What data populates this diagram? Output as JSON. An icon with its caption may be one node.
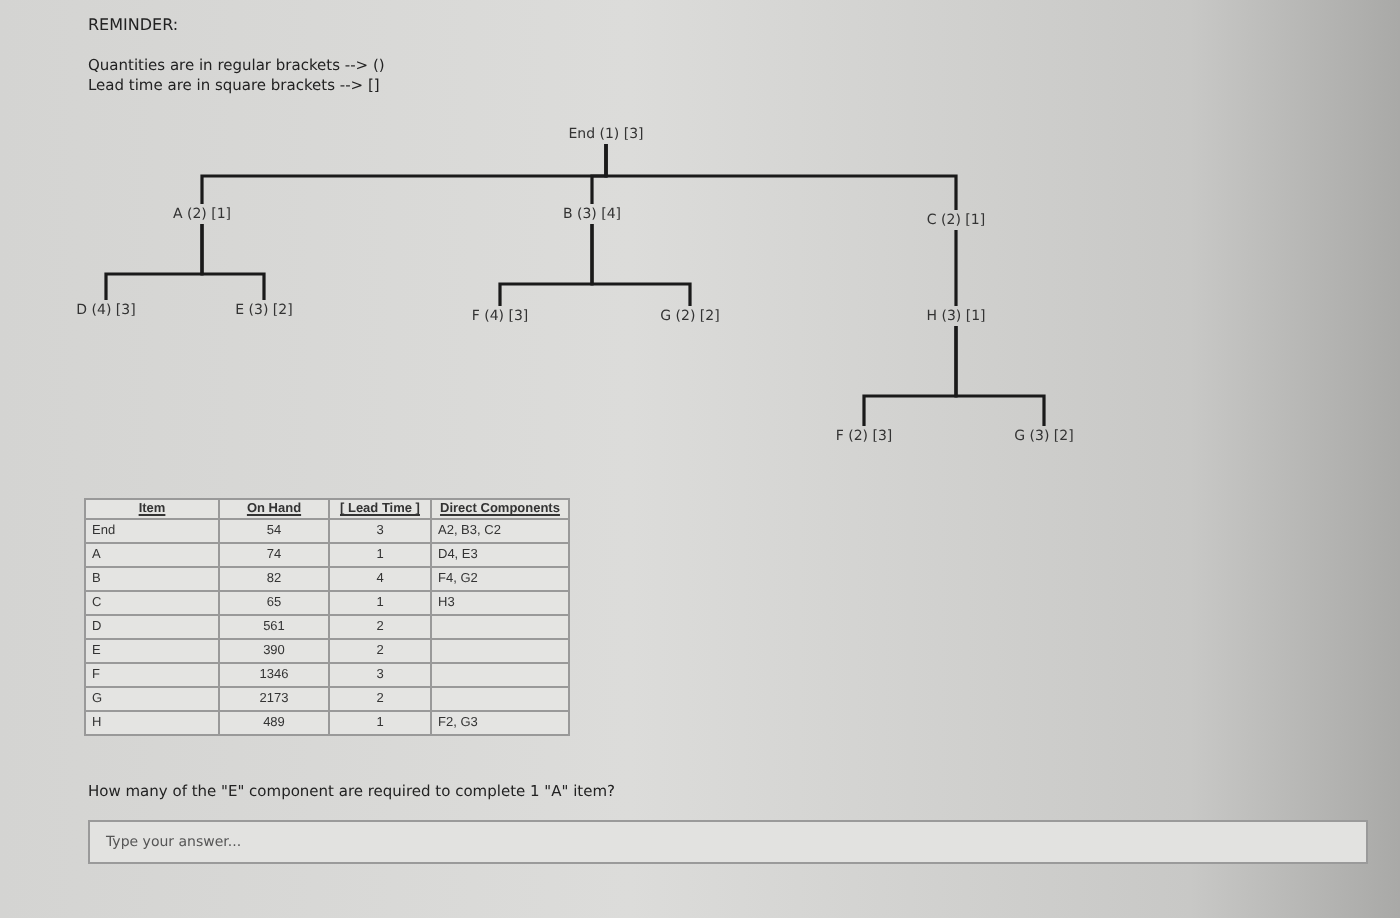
{
  "diagram": {
    "nodes": [
      {
        "text": [
          "End (1) [3]"
        ]
      },
      {
        "text": [
          "A (2) [1]"
        ]
      },
      {
        "text": [
          "B (3) [4]"
        ]
      },
      {
        "text": [
          "C (2) [1]"
        ]
      },
      {
        "text": [
          "D (4) [3]"
        ]
      },
      {
        "text": [
          "E (3) [2]"
        ]
      },
      {
        "text": [
          "F (4) [3]"
        ]
      },
      {
        "text": [
          "G (2) [2]"
        ]
      },
      {
        "text": [
          "H (3) [1]"
        ]
      },
      {
        "text": [
          "F (2) [3]"
        ]
      },
      {
        "text": [
          "G (3) [2]"
        ]
      }
    ],
    "edges": [
      {
        "from": 0,
        "to": 1,
        "arrow": "none"
      },
      {
        "from": 0,
        "to": 2,
        "arrow": "none"
      },
      {
        "from": 0,
        "to": 3,
        "arrow": "none"
      },
      {
        "from": 1,
        "to": 4,
        "arrow": "none"
      },
      {
        "from": 1,
        "to": 5,
        "arrow": "none"
      },
      {
        "from": 2,
        "to": 6,
        "arrow": "none"
      },
      {
        "from": 2,
        "to": 7,
        "arrow": "none"
      },
      {
        "from": 3,
        "to": 8,
        "arrow": "none"
      },
      {
        "from": 8,
        "to": 9,
        "arrow": "none"
      },
      {
        "from": 8,
        "to": 10,
        "arrow": "none"
      }
    ],
    "labels": [
      "REMINDER:",
      "Quantities are in regular brackets --> ()",
      "Lead time are in square brackets --> []",
      "Item",
      "On Hand",
      "[ Lead Time ]",
      "Direct Components",
      "End",
      "54",
      "3",
      "A2, B3, C2",
      "A",
      "74",
      "1",
      "D4, E3",
      "B",
      "82",
      "4",
      "F4, G2",
      "C",
      "65",
      "1",
      "H3",
      "D",
      "561",
      "2",
      "E",
      "390",
      "2",
      "F",
      "1346",
      "3",
      "G",
      "2173",
      "2",
      "H",
      "489",
      "1",
      "F2, G3",
      "How many of the \"E\" component are required to complete 1 \"A\" item?",
      "Type your answer..."
    ]
  }
}
